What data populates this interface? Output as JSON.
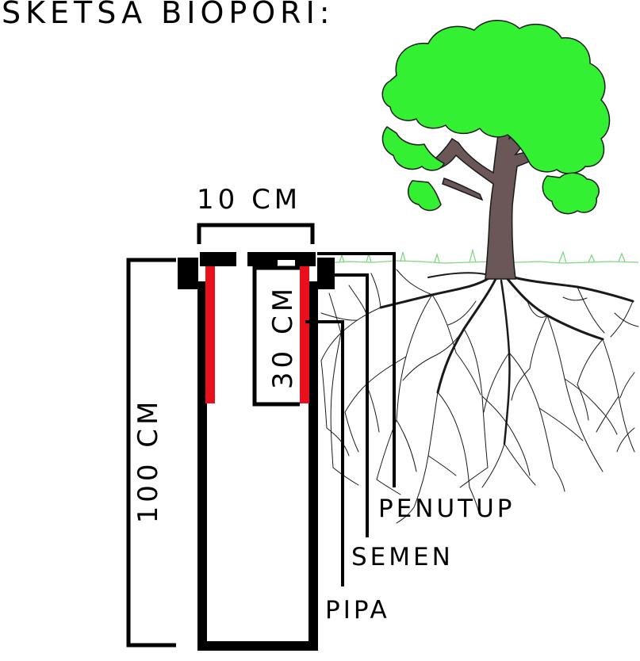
{
  "title": "SKETSA BIOPORI:",
  "dimensions": {
    "width": "10 CM",
    "height": "100 CM",
    "inner": "30 CM"
  },
  "labels": {
    "penutup": "PENUTUP",
    "semen": "SEMEN",
    "pipa": "PIPA"
  },
  "colors": {
    "ink": "#000000",
    "pipe_inner": "#e8101a",
    "foliage": "#33f033",
    "trunk": "#6b5658",
    "grass": "#7fd87f",
    "roots": "#1a1a1a"
  }
}
